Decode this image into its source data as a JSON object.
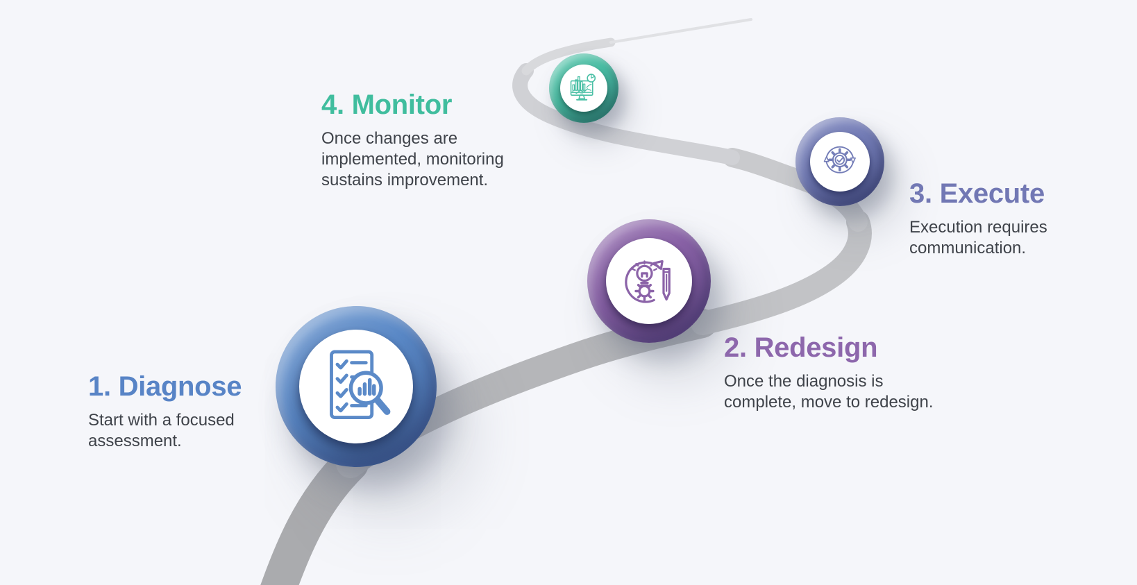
{
  "canvas": {
    "background_color": "#f5f6fa",
    "road_color_near": "#aaabae",
    "road_color_far": "#e0e1e4"
  },
  "steps": [
    {
      "heading": "1. Diagnose",
      "lines": [
        "Start with a focused",
        "assessment."
      ],
      "description": "Start with a focused assessment.",
      "color": "#5b8ac8",
      "heading_color": "#5884c6",
      "icon": "checklist-magnifier-icon"
    },
    {
      "heading": "2. Redesign",
      "lines": [
        "Once the diagnosis is",
        "complete, move to redesign."
      ],
      "description": "Once the diagnosis is complete, move to redesign.",
      "color": "#8b63a8",
      "heading_color": "#8d67ac",
      "icon": "lightbulb-gear-pencil-icon"
    },
    {
      "heading": "3. Execute",
      "lines": [
        "Execution requires",
        "communication."
      ],
      "description": "Execution requires communication.",
      "color": "#757eb8",
      "heading_color": "#7278b4",
      "icon": "gear-check-cycle-icon"
    },
    {
      "heading": "4. Monitor",
      "lines": [
        "Once changes are",
        "implemented, monitoring",
        "sustains improvement."
      ],
      "description": "Once changes are implemented, monitoring sustains improvement.",
      "color": "#4bc0a6",
      "heading_color": "#40bd9e",
      "icon": "analytics-monitor-icon"
    }
  ]
}
